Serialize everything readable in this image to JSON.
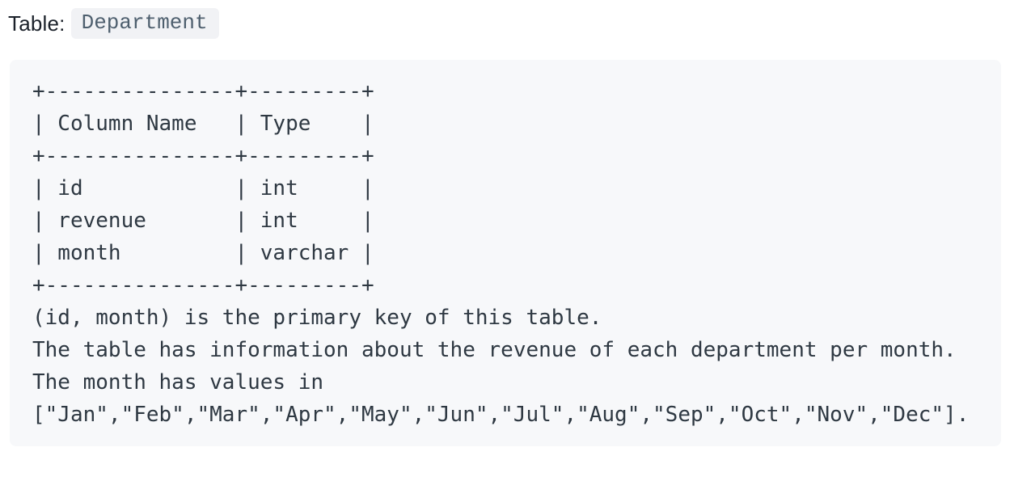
{
  "header": {
    "label": "Table:",
    "table_name": "Department"
  },
  "schema_panel": {
    "table": {
      "headers": [
        "Column Name",
        "Type"
      ],
      "rows": [
        [
          "id",
          "int"
        ],
        [
          "revenue",
          "int"
        ],
        [
          "month",
          "varchar"
        ]
      ]
    },
    "lines": [
      "+---------------+---------+",
      "| Column Name   | Type    |",
      "+---------------+---------+",
      "| id            | int     |",
      "| revenue       | int     |",
      "| month         | varchar |",
      "+---------------+---------+",
      "(id, month) is the primary key of this table.",
      "The table has information about the revenue of each department per month.",
      "The month has values in",
      "[\"Jan\",\"Feb\",\"Mar\",\"Apr\",\"May\",\"Jun\",\"Jul\",\"Aug\",\"Sep\",\"Oct\",\"Nov\",\"Dec\"]."
    ]
  },
  "colors": {
    "panel_background": "#f7f8fa",
    "badge_background": "#f1f2f5",
    "badge_text": "#4e5f6e",
    "mono_text": "#2e3842",
    "header_text": "#1b212a"
  }
}
